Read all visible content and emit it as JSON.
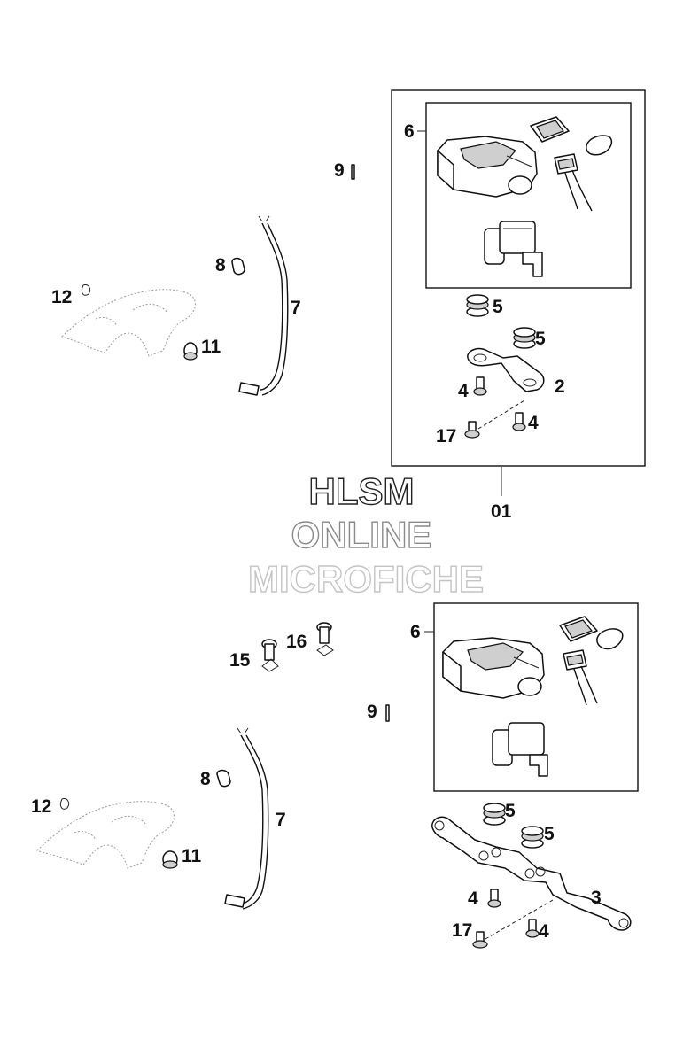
{
  "watermark": {
    "line1": "HLSM",
    "line2": "ONLINE",
    "line3": "MICROFICHE",
    "color1": "#222222",
    "color2": "#8a8a8a",
    "color3": "#c4c4c4"
  },
  "callouts": {
    "top": {
      "assembly": "01",
      "switch_unit": "6",
      "clip": "9",
      "nut_clip": "8",
      "cable": "7",
      "cover": "12",
      "grommet_nut": "11",
      "damper_a": "5",
      "damper_b": "5",
      "bracket": "2",
      "screw_a": "4",
      "screw_b": "4",
      "screw_c": "17"
    },
    "middle": {
      "rivet_a": "15",
      "rivet_b": "16"
    },
    "bottom": {
      "switch_unit": "6",
      "clip": "9",
      "nut_clip": "8",
      "cable": "7",
      "cover": "12",
      "grommet_nut": "11",
      "damper_a": "5",
      "damper_b": "5",
      "bracket": "3",
      "screw_a": "4",
      "screw_b": "4",
      "screw_c": "17"
    }
  }
}
